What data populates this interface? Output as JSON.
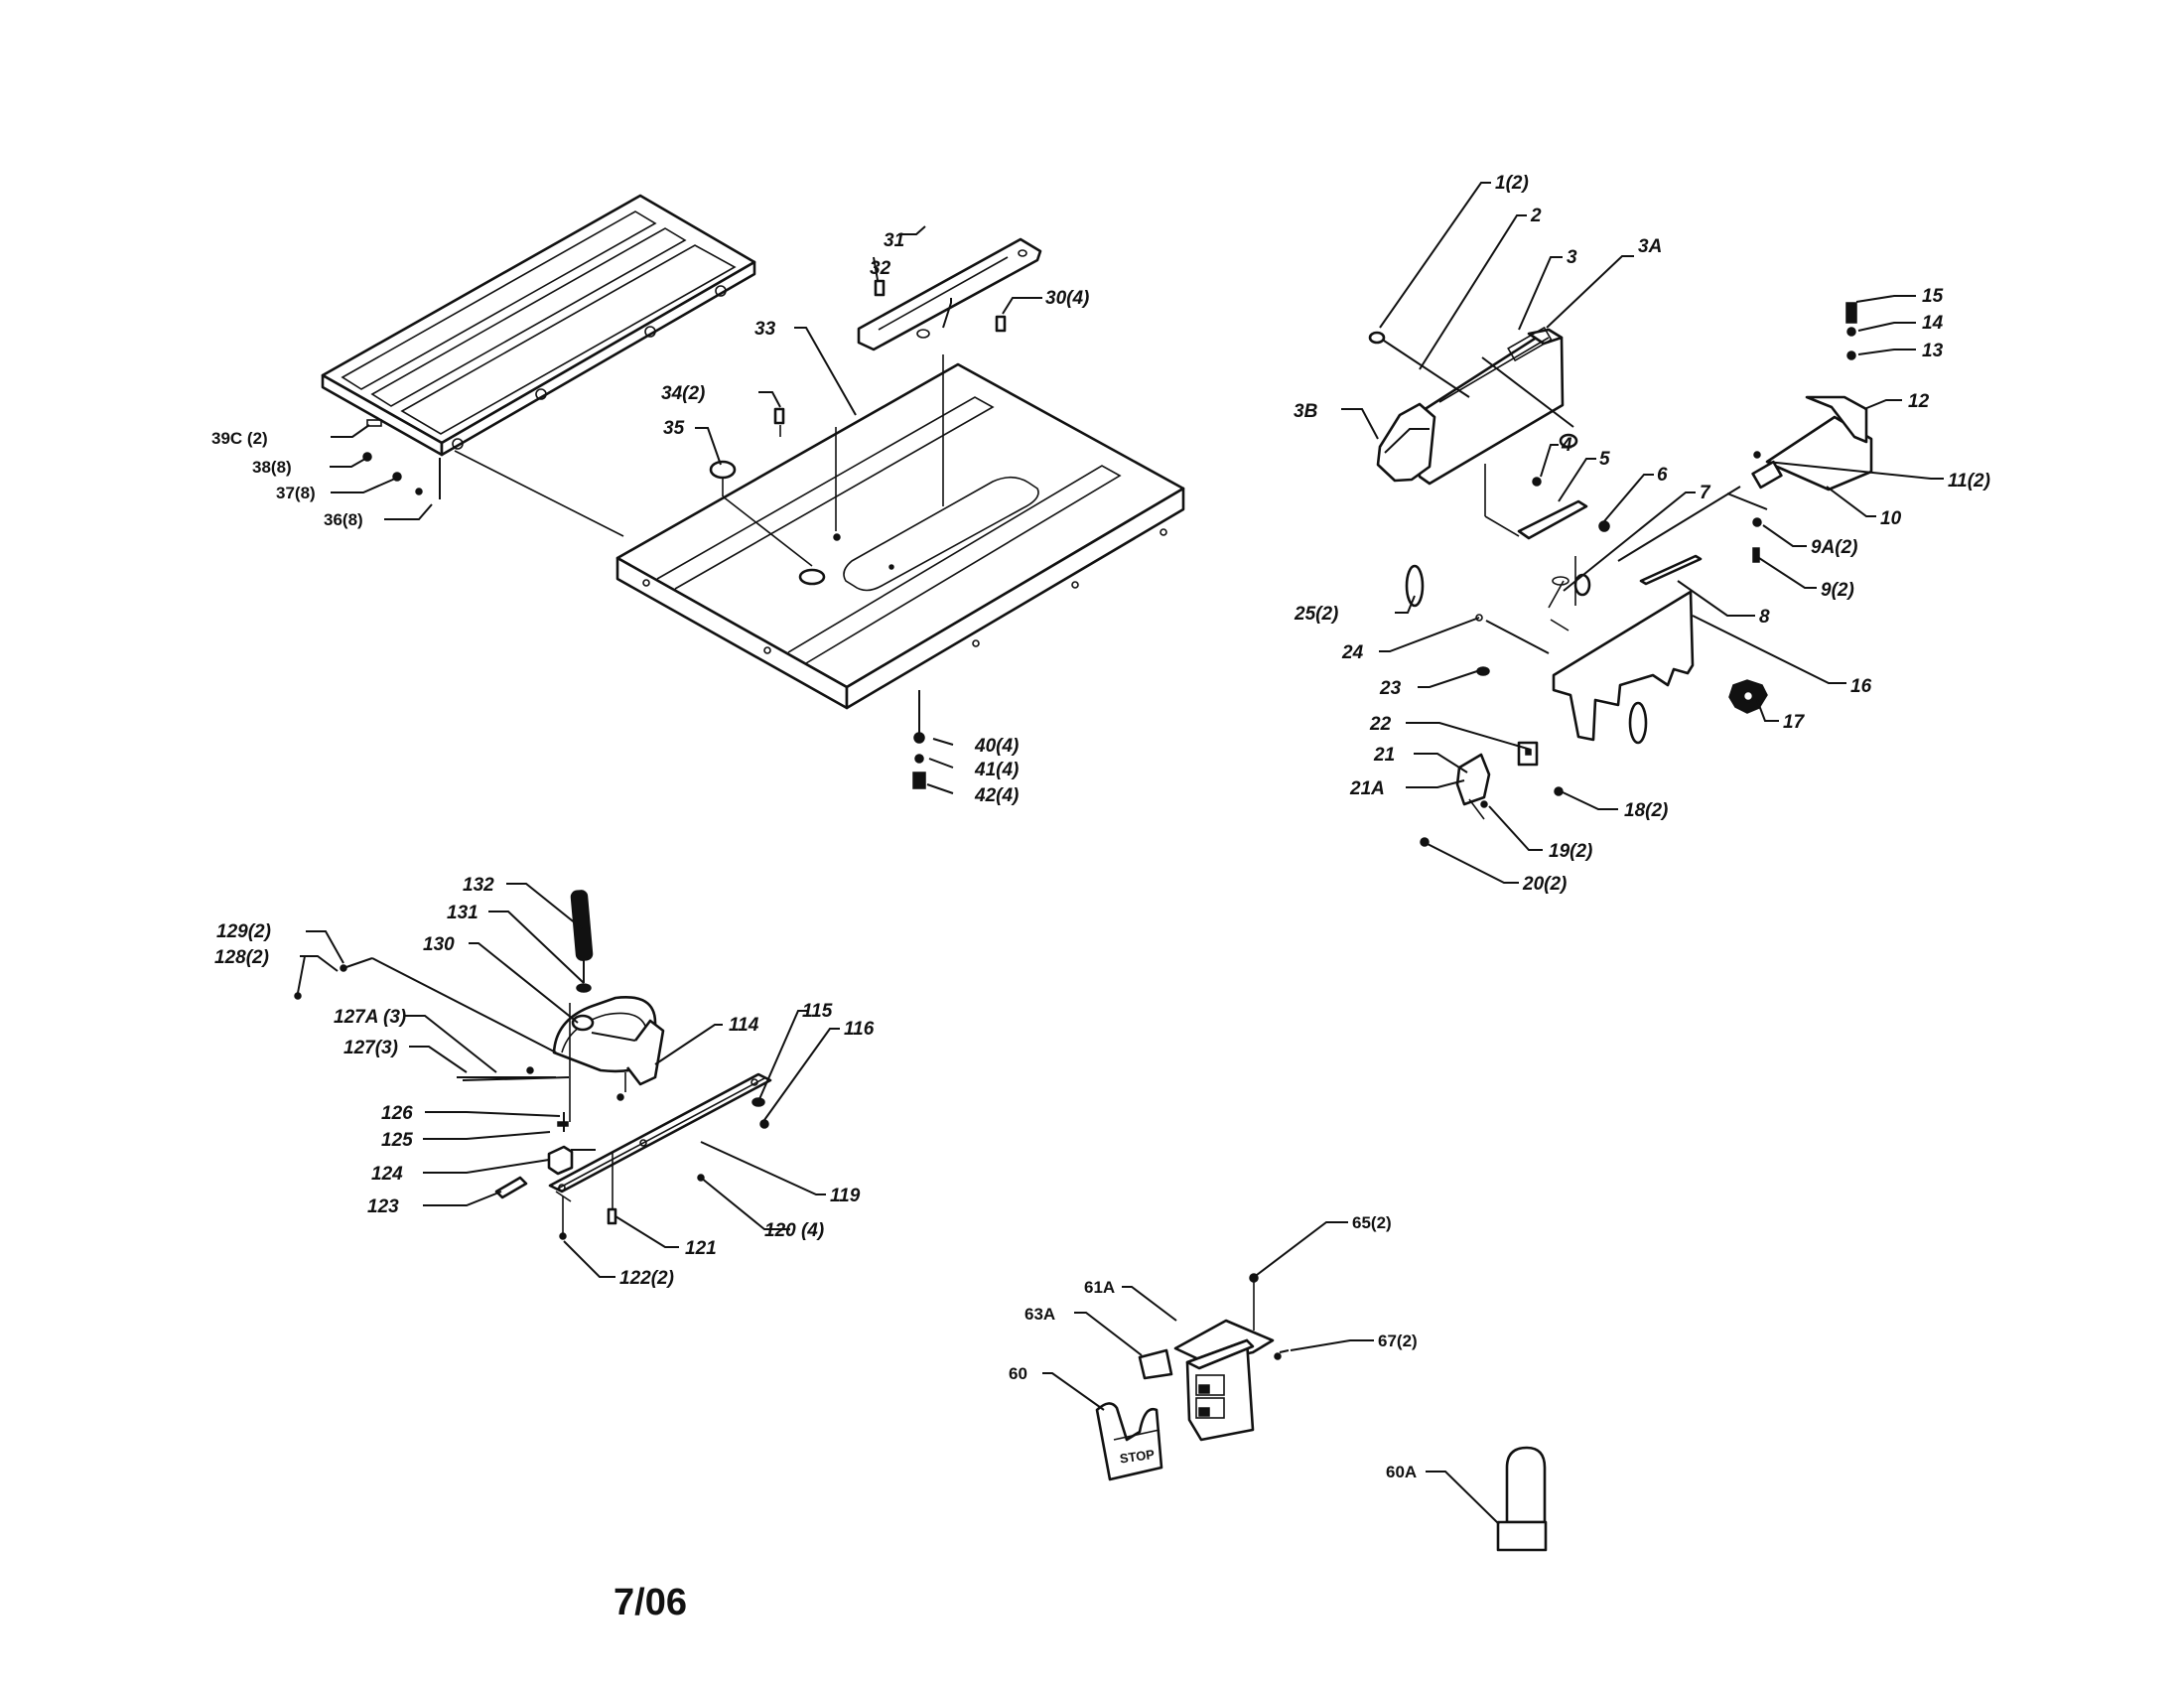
{
  "date_code": "7/06",
  "stop_text": "STOP",
  "labels": {
    "l1_2": "1(2)",
    "l2": "2",
    "l3": "3",
    "l3A": "3A",
    "l3B": "3B",
    "l4": "4",
    "l5": "5",
    "l6": "6",
    "l7": "7",
    "l8": "8",
    "l9_2": "9(2)",
    "l9A_2": "9A(2)",
    "l10": "10",
    "l11_2": "11(2)",
    "l12": "12",
    "l13": "13",
    "l14": "14",
    "l15": "15",
    "l16": "16",
    "l17": "17",
    "l18_2": "18(2)",
    "l19_2": "19(2)",
    "l20_2": "20(2)",
    "l21": "21",
    "l21A": "21A",
    "l22": "22",
    "l23": "23",
    "l24": "24",
    "l25_2": "25(2)",
    "l30_4": "30(4)",
    "l31": "31",
    "l32": "32",
    "l33": "33",
    "l34_2": "34(2)",
    "l35": "35",
    "l36_8": "36(8)",
    "l37_8": "37(8)",
    "l38_8": "38(8)",
    "l39C_2": "39C (2)",
    "l40_4": "40(4)",
    "l41_4": "41(4)",
    "l42_4": "42(4)",
    "l60": "60",
    "l60A": "60A",
    "l61A": "61A",
    "l63A": "63A",
    "l65_2": "65(2)",
    "l67_2": "67(2)",
    "l114": "114",
    "l115": "115",
    "l116": "116",
    "l119": "119",
    "l120_4": "120 (4)",
    "l121": "121",
    "l122_2": "122(2)",
    "l123": "123",
    "l124": "124",
    "l125": "125",
    "l126": "126",
    "l127_3": "127(3)",
    "l127A_3": "127A (3)",
    "l128_2": "128(2)",
    "l129_2": "129(2)",
    "l130": "130",
    "l131": "131",
    "l132": "132"
  }
}
